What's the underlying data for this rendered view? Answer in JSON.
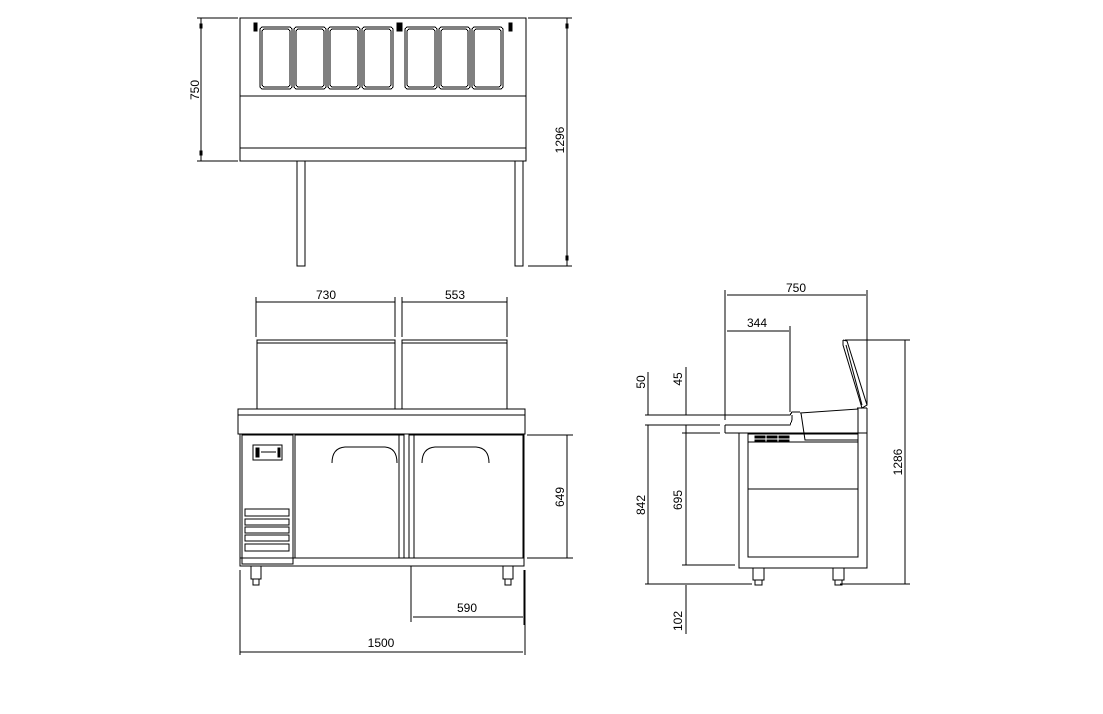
{
  "views": {
    "top_view": {
      "dimensions": {
        "depth": "750",
        "total_height": "1296"
      },
      "pan_count": 7
    },
    "front_view": {
      "dimensions": {
        "upper_left_width": "730",
        "upper_right_width": "553",
        "door_height": "649",
        "door_width": "590",
        "total_width": "1500"
      },
      "door_count": 2,
      "vent_count": 5
    },
    "side_view": {
      "dimensions": {
        "total_depth": "750",
        "counter_depth": "344",
        "counter_thickness_a": "50",
        "counter_thickness_b": "45",
        "counter_height": "842",
        "cabinet_height": "695",
        "leg_height": "102",
        "total_height": "1286"
      }
    }
  },
  "colors": {
    "line": "#000000",
    "background": "#ffffff"
  }
}
